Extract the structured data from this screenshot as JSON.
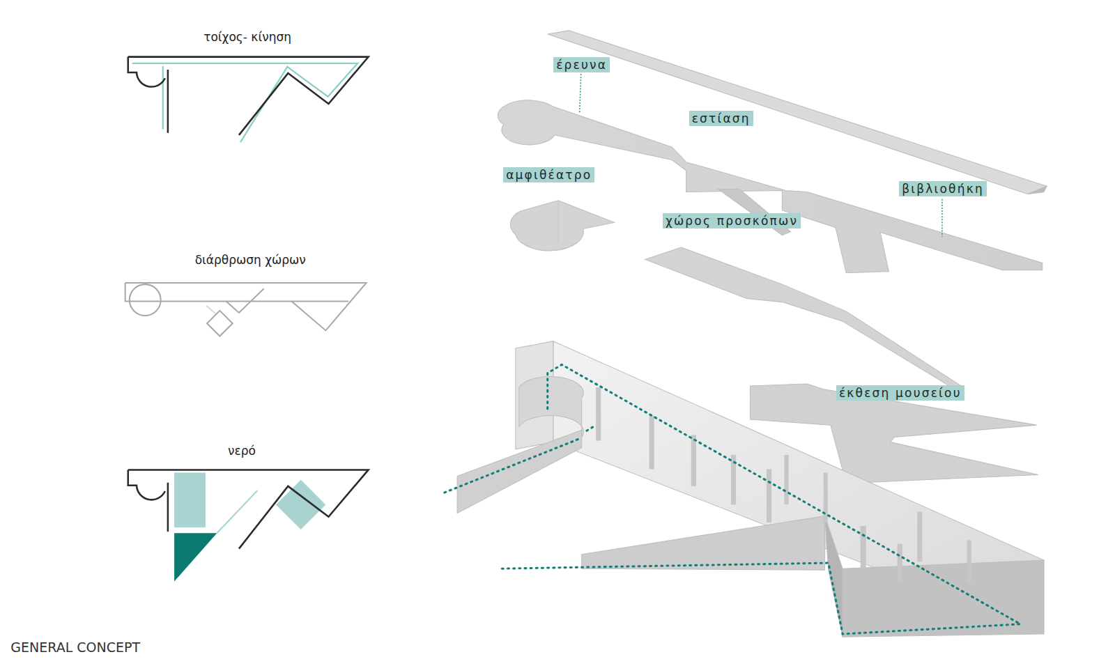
{
  "diagram": {
    "caption": "GENERAL CONCEPT",
    "nodes": [
      {
        "text": [
          "έρευνα"
        ]
      },
      {
        "text": [
          "εστίαση"
        ]
      },
      {
        "text": [
          "αμφιθέατρο"
        ]
      },
      {
        "text": [
          "βιβλιοθήκη"
        ]
      },
      {
        "text": [
          "χώρος προσκόπων"
        ]
      },
      {
        "text": [
          "έκθεση μουσείου"
        ]
      }
    ],
    "labels": [
      "τοίχος- κίνηση",
      "διάρθρωση χώρων",
      "νερό"
    ]
  }
}
